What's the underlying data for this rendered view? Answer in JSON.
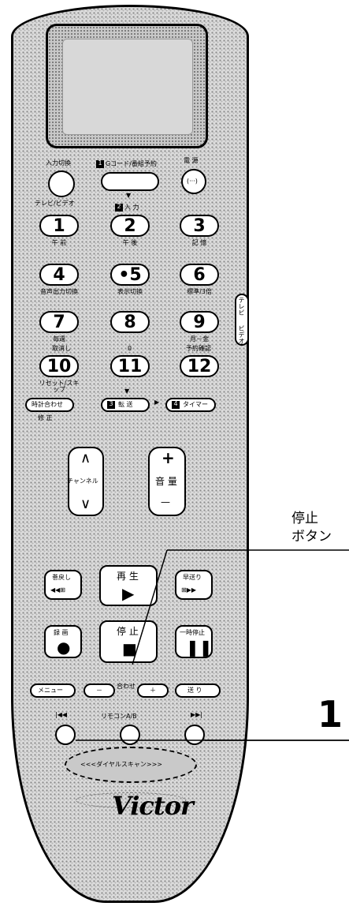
{
  "callout": {
    "line1": "停止",
    "line2": "ボタン"
  },
  "step_number": "1",
  "top": {
    "input_switch": "入力切換",
    "tv_video": "テレビ/ビデオ",
    "gcode": "Gコード/番組予約",
    "gcode_num": "1",
    "power": "電 源",
    "power_symbol": "(···)",
    "input_section": "入 力",
    "input_num": "2"
  },
  "keypad": [
    {
      "num": "1",
      "sub": "午 前"
    },
    {
      "num": "2",
      "sub": "午 後"
    },
    {
      "num": "3",
      "sub": "記 憶"
    },
    {
      "num": "4",
      "sub": "音声出力切換"
    },
    {
      "num": "•5",
      "sub": "表示切換"
    },
    {
      "num": "6",
      "sub": "標準/3倍"
    },
    {
      "num": "7",
      "sub": "毎週"
    },
    {
      "num": "8",
      "sub": ""
    },
    {
      "num": "9",
      "sub": "月－金"
    },
    {
      "num": "10",
      "sub": "リセット/スキップ",
      "top": "取消し"
    },
    {
      "num": "11",
      "sub": "",
      "top": "0"
    },
    {
      "num": "12",
      "sub": "",
      "top": "予約確認"
    }
  ],
  "row_func": {
    "clock": "時計合わせ",
    "clock_sub": "修 正",
    "transfer": "転 送",
    "transfer_num": "3",
    "timer": "タイマー",
    "timer_num": "4"
  },
  "volume": {
    "channel": "チャンネル",
    "volume": "音 量",
    "plus": "+",
    "minus": "—"
  },
  "transport": {
    "rewind": "巻戻し",
    "play": "再 生",
    "ff": "早送り",
    "record": "録 画",
    "stop": "停 止",
    "pause": "一時停止"
  },
  "menu_row": {
    "menu": "メニュー",
    "adjust": "合わせ",
    "minus": "－",
    "plus": "＋",
    "send": "送 り"
  },
  "remote_ab": "リモコンA/B",
  "dial_text": "<<<ダイヤルスキャン>>>",
  "side_switch": {
    "tv": "テレビ",
    "video": "ビデオ"
  },
  "brand": "Victor"
}
